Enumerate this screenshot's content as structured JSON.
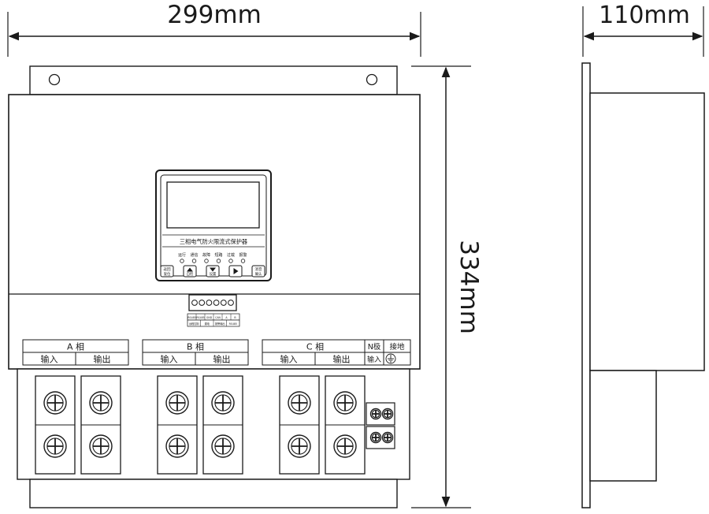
{
  "dimensions": {
    "width_front": "299mm",
    "height": "334mm",
    "depth_side": "110mm"
  },
  "display": {
    "device_title": "三相电气防火限流式保护器",
    "indicators": [
      "运行",
      "通信",
      "故障",
      "短路",
      "过载",
      "报警"
    ],
    "buttons": [
      {
        "label": "返回",
        "sub": "复位",
        "icon": "text-button-icon"
      },
      {
        "label": "▲",
        "sub": "自检",
        "icon": "up-arrow-icon"
      },
      {
        "label": "▼",
        "sub": "设置",
        "icon": "down-arrow-icon"
      },
      {
        "label": "▶",
        "sub": "",
        "icon": "right-arrow-icon"
      },
      {
        "label": "消音",
        "sub": "确认",
        "icon": "text-button-icon"
      }
    ]
  },
  "connector": {
    "top_labels": [
      "RS485",
      "RS485",
      "GND",
      "CAN",
      "A",
      "B"
    ],
    "bottom_labels": [
      "远程控制",
      "漏电",
      "报警输出",
      "RS485"
    ]
  },
  "phases": [
    {
      "title": "A  相",
      "input": "输入",
      "output": "输出"
    },
    {
      "title": "B  相",
      "input": "输入",
      "output": "输出"
    },
    {
      "title": "C  相",
      "input": "输入",
      "output": "输出"
    }
  ],
  "neutral": {
    "title": "N极",
    "input": "输入"
  },
  "ground": {
    "title": "接地",
    "icon": "ground-icon"
  }
}
